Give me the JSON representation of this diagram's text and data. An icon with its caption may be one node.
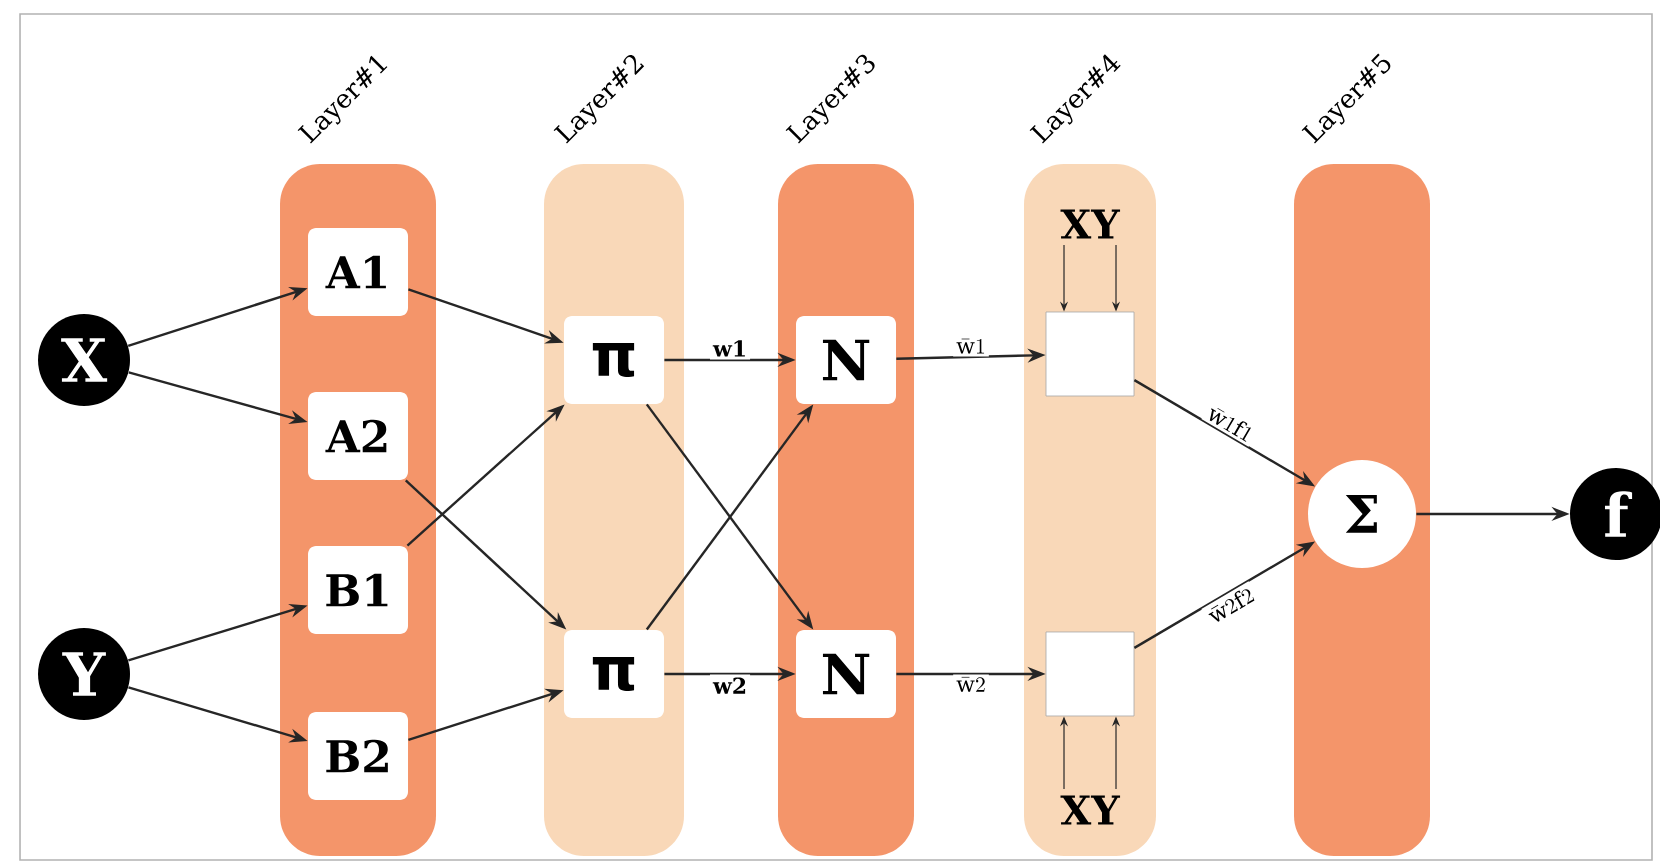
{
  "diagram": {
    "nodes": [
      {
        "text": [
          "Layer#1"
        ]
      },
      {
        "text": [
          "Layer#2"
        ]
      },
      {
        "text": [
          "Layer#3"
        ]
      },
      {
        "text": [
          "Layer#4"
        ]
      },
      {
        "text": [
          "Layer#5"
        ]
      },
      {
        "text": [
          "X"
        ]
      },
      {
        "text": [
          "Y"
        ]
      },
      {
        "text": [
          "A1"
        ],
        "in": 0
      },
      {
        "text": [
          "A2"
        ],
        "in": 0
      },
      {
        "text": [
          "B1"
        ],
        "in": 0
      },
      {
        "text": [
          "B2"
        ],
        "in": 0
      },
      {
        "text": [
          "π"
        ],
        "in": 1
      },
      {
        "text": [
          "π"
        ],
        "in": 1
      },
      {
        "text": [
          "N"
        ],
        "in": 2
      },
      {
        "text": [
          "N"
        ],
        "in": 2
      },
      {
        "text": [
          "XY"
        ],
        "in": 3
      },
      {
        "text": [],
        "shape": "box",
        "in": 3
      },
      {
        "text": [],
        "shape": "box",
        "in": 3
      },
      {
        "text": [
          "XY"
        ],
        "in": 3
      },
      {
        "text": [
          "Σ"
        ],
        "in": 4
      },
      {
        "text": [
          "f"
        ]
      }
    ],
    "edges": [
      {
        "from": 5,
        "to": 7,
        "arrow": "to"
      },
      {
        "from": 5,
        "to": 8,
        "arrow": "to"
      },
      {
        "from": 6,
        "to": 9,
        "arrow": "to"
      },
      {
        "from": 6,
        "to": 10,
        "arrow": "to"
      },
      {
        "from": 7,
        "to": 11,
        "arrow": "to"
      },
      {
        "from": 8,
        "to": 12,
        "arrow": "to"
      },
      {
        "from": 9,
        "to": 11,
        "arrow": "to"
      },
      {
        "from": 10,
        "to": 12,
        "arrow": "to"
      },
      {
        "from": 11,
        "to": 13,
        "arrow": "to",
        "label": "w1"
      },
      {
        "from": 11,
        "to": 14,
        "arrow": "to"
      },
      {
        "from": 12,
        "to": 13,
        "arrow": "to"
      },
      {
        "from": 12,
        "to": 14,
        "arrow": "to",
        "label": "w2"
      },
      {
        "from": 13,
        "to": 16,
        "arrow": "to",
        "label": "\\bar{\\mathrm{w}}1"
      },
      {
        "from": 14,
        "to": 17,
        "arrow": "to",
        "label": "\\bar{\\mathrm{w}}2"
      },
      {
        "from": 15,
        "to": 16,
        "arrow": "to"
      },
      {
        "from": 15,
        "to": 16,
        "arrow": "to"
      },
      {
        "from": 18,
        "to": 17,
        "arrow": "to"
      },
      {
        "from": 18,
        "to": 17,
        "arrow": "to"
      },
      {
        "from": 16,
        "to": 19,
        "arrow": "to",
        "label": "\\bar{\\mathrm{w}}1\\mathrm{f}1"
      },
      {
        "from": 17,
        "to": 19,
        "arrow": "to",
        "label": "\\bar{\\mathrm{w}}2\\mathrm{f}2"
      },
      {
        "from": 19,
        "to": 20,
        "arrow": "to"
      }
    ]
  }
}
